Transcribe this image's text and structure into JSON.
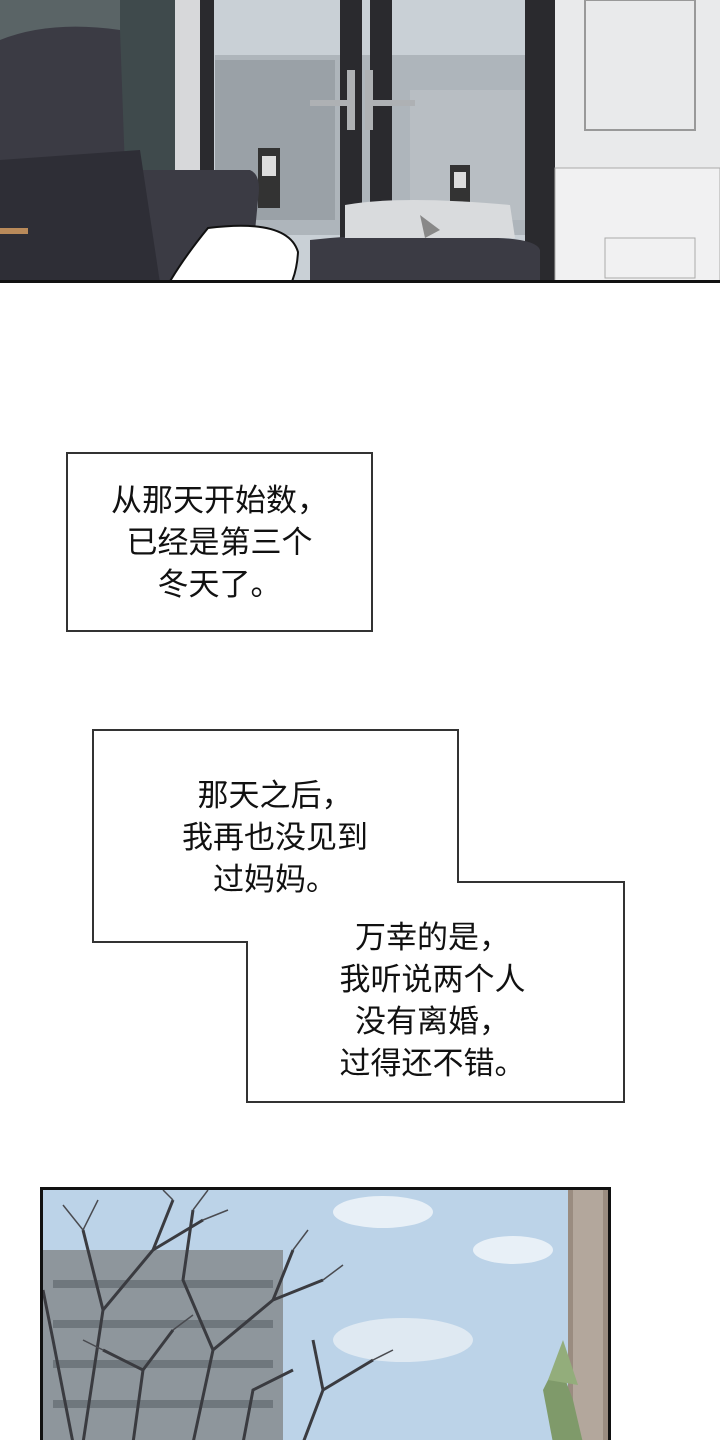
{
  "speech_bubble": {
    "text": "-"
  },
  "narration_1": {
    "lines": [
      "从那天开始数，",
      "已经是第三个",
      "冬天了。"
    ]
  },
  "narration_2": {
    "group_a": [
      "那天之后，",
      "我再也没见到",
      "过妈妈。"
    ],
    "group_b": [
      "万幸的是，",
      "我听说两个人",
      "没有离婚，",
      "过得还不错。"
    ]
  },
  "colors": {
    "panel_border": "#111111",
    "sky": "#bcd3e8",
    "sofa": "#3b3b44",
    "window_frame": "#2a2a2e"
  }
}
